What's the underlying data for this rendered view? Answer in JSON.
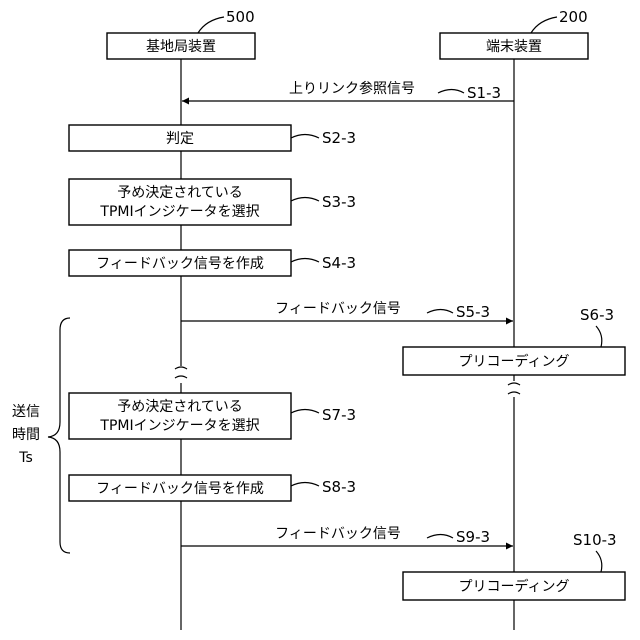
{
  "entities": {
    "base_station": {
      "label": "基地局装置",
      "ref": "500"
    },
    "terminal": {
      "label": "端末装置",
      "ref": "200"
    }
  },
  "messages": {
    "s1": {
      "label": "上りリンク参照信号",
      "step": "S1-3"
    },
    "s5": {
      "label": "フィードバック信号",
      "step": "S5-3"
    },
    "s9": {
      "label": "フィードバック信号",
      "step": "S9-3"
    }
  },
  "steps": {
    "s2": {
      "label": "判定",
      "step": "S2-3"
    },
    "s3": {
      "line1": "予め決定されている",
      "line2": "TPMIインジケータを選択",
      "step": "S3-3"
    },
    "s4": {
      "label": "フィードバック信号を作成",
      "step": "S4-3"
    },
    "s6": {
      "label": "プリコーディング",
      "step": "S6-3"
    },
    "s7": {
      "line1": "予め決定されている",
      "line2": "TPMIインジケータを選択",
      "step": "S7-3"
    },
    "s8": {
      "label": "フィードバック信号を作成",
      "step": "S8-3"
    },
    "s10": {
      "label": "プリコーディング",
      "step": "S10-3"
    }
  },
  "interval": {
    "line1": "送信",
    "line2": "時間",
    "line3": "Ts"
  }
}
